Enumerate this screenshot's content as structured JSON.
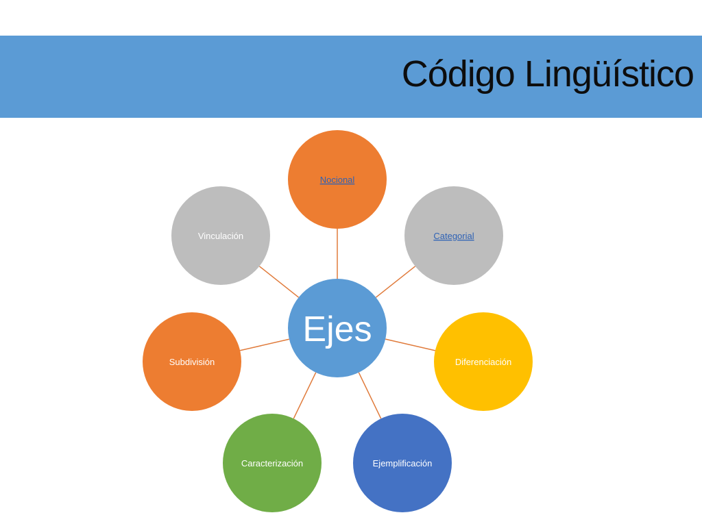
{
  "slide": {
    "title": "Código Lingüístico"
  },
  "diagram": {
    "center": {
      "label": "Ejes",
      "color": "#5b9bd5"
    },
    "connector_color": "#e07a3a",
    "nodes": [
      {
        "label": "Nocional",
        "color": "#ed7d31",
        "link": true
      },
      {
        "label": "Categorial",
        "color": "#bdbdbd",
        "link": true
      },
      {
        "label": "Diferenciación",
        "color": "#ffc000",
        "link": false
      },
      {
        "label": "Ejemplificación",
        "color": "#4472c4",
        "link": false
      },
      {
        "label": "Caracterización",
        "color": "#70ad47",
        "link": false
      },
      {
        "label": "Subdivisión",
        "color": "#ed7d31",
        "link": false
      },
      {
        "label": "Vinculación",
        "color": "#bdbdbd",
        "link": false
      }
    ]
  }
}
